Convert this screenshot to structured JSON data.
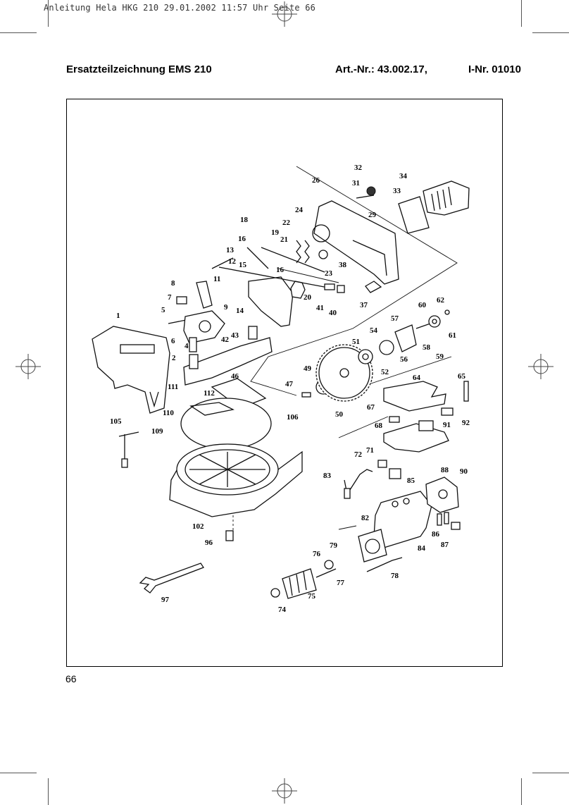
{
  "slug_line": "Anleitung Hela HKG 210  29.01.2002  11:57 Uhr  Seite 66",
  "header": {
    "title": "Ersatzteilzeichnung EMS 210",
    "article_no": "Art.-Nr.: 43.002.17,",
    "ident_no": "I-Nr. 01010"
  },
  "page_number": "66",
  "parts": {
    "p1": "1",
    "p2": "2",
    "p4": "4",
    "p5": "5",
    "p6": "6",
    "p7": "7",
    "p8": "8",
    "p9": "9",
    "p11": "11",
    "p12": "12",
    "p13": "13",
    "p14": "14",
    "p15": "15",
    "p16a": "16",
    "p16b": "16",
    "p18": "18",
    "p19": "19",
    "p20": "20",
    "p21": "21",
    "p22": "22",
    "p23": "23",
    "p24": "24",
    "p26": "26",
    "p29": "29",
    "p31": "31",
    "p32": "32",
    "p33": "33",
    "p34": "34",
    "p37": "37",
    "p38": "38",
    "p40": "40",
    "p41": "41",
    "p42": "42",
    "p43": "43",
    "p46": "46",
    "p47": "47",
    "p49": "49",
    "p50": "50",
    "p51": "51",
    "p52": "52",
    "p54": "54",
    "p56": "56",
    "p57": "57",
    "p58": "58",
    "p59": "59",
    "p60": "60",
    "p61": "61",
    "p62": "62",
    "p64": "64",
    "p65": "65",
    "p67": "67",
    "p68": "68",
    "p71": "71",
    "p72": "72",
    "p74": "74",
    "p75": "75",
    "p76": "76",
    "p77": "77",
    "p78": "78",
    "p79": "79",
    "p82": "82",
    "p83": "83",
    "p84": "84",
    "p85": "85",
    "p86": "86",
    "p87": "87",
    "p88": "88",
    "p90": "90",
    "p91": "91",
    "p92": "92",
    "p96": "96",
    "p97": "97",
    "p102": "102",
    "p105": "105",
    "p106": "106",
    "p109": "109",
    "p110": "110",
    "p111": "111",
    "p112": "112"
  }
}
